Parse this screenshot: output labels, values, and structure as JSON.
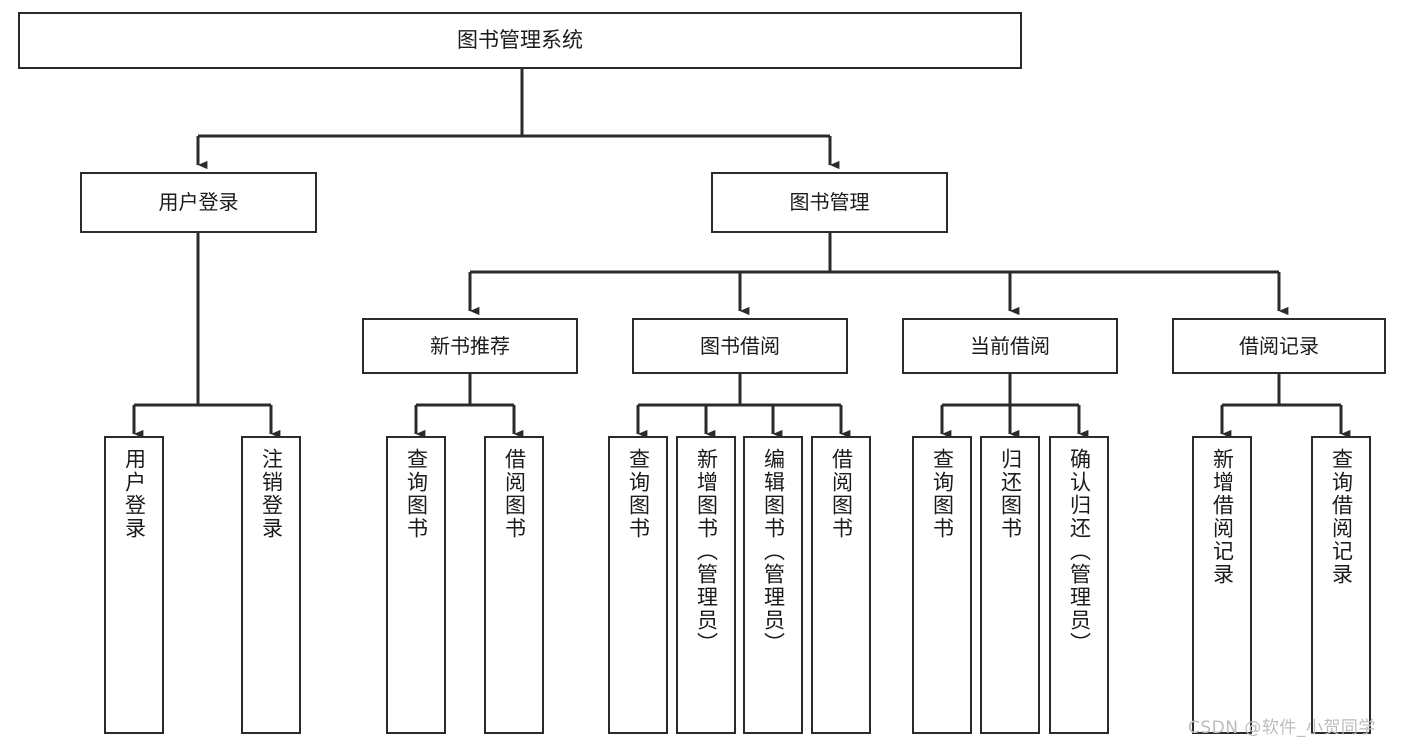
{
  "diagram": {
    "title": "图书管理系统",
    "type": "tree",
    "orientation": "top-down",
    "line_color": "#2b2b2b",
    "box_fill": "#ffffff",
    "text_color": "#1b1b1b",
    "nodes": {
      "root": {
        "label": "图书管理系统"
      },
      "level2": [
        {
          "label": "用户登录"
        },
        {
          "label": "图书管理"
        }
      ],
      "level3": [
        {
          "label": "新书推荐"
        },
        {
          "label": "图书借阅"
        },
        {
          "label": "当前借阅"
        },
        {
          "label": "借阅记录"
        }
      ],
      "leaves": [
        {
          "label": "用户登录",
          "parent": "用户登录"
        },
        {
          "label": "注销登录",
          "parent": "用户登录"
        },
        {
          "label": "查询图书",
          "parent": "新书推荐"
        },
        {
          "label": "借阅图书",
          "parent": "新书推荐"
        },
        {
          "label": "查询图书",
          "parent": "图书借阅"
        },
        {
          "label": "新增图书（管理员）",
          "parent": "图书借阅"
        },
        {
          "label": "编辑图书（管理员）",
          "parent": "图书借阅"
        },
        {
          "label": "借阅图书",
          "parent": "图书借阅"
        },
        {
          "label": "查询图书",
          "parent": "当前借阅"
        },
        {
          "label": "归还图书",
          "parent": "当前借阅"
        },
        {
          "label": "确认归还（管理员）",
          "parent": "当前借阅"
        },
        {
          "label": "新增借阅记录",
          "parent": "借阅记录"
        },
        {
          "label": "查询借阅记录",
          "parent": "借阅记录"
        }
      ]
    }
  },
  "watermark": {
    "text": "CSDN @软件_小贺同学"
  }
}
